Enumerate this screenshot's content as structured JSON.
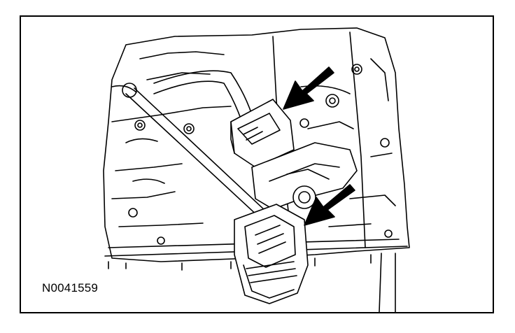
{
  "figure": {
    "id_label": "N0041559",
    "ink_color": "#000000",
    "paper_color": "#ffffff",
    "callouts": [
      {
        "name": "upper-arrow",
        "points_to": "upper-electrical-connector"
      },
      {
        "name": "lower-arrow",
        "points_to": "lower-electrical-connector"
      }
    ]
  }
}
